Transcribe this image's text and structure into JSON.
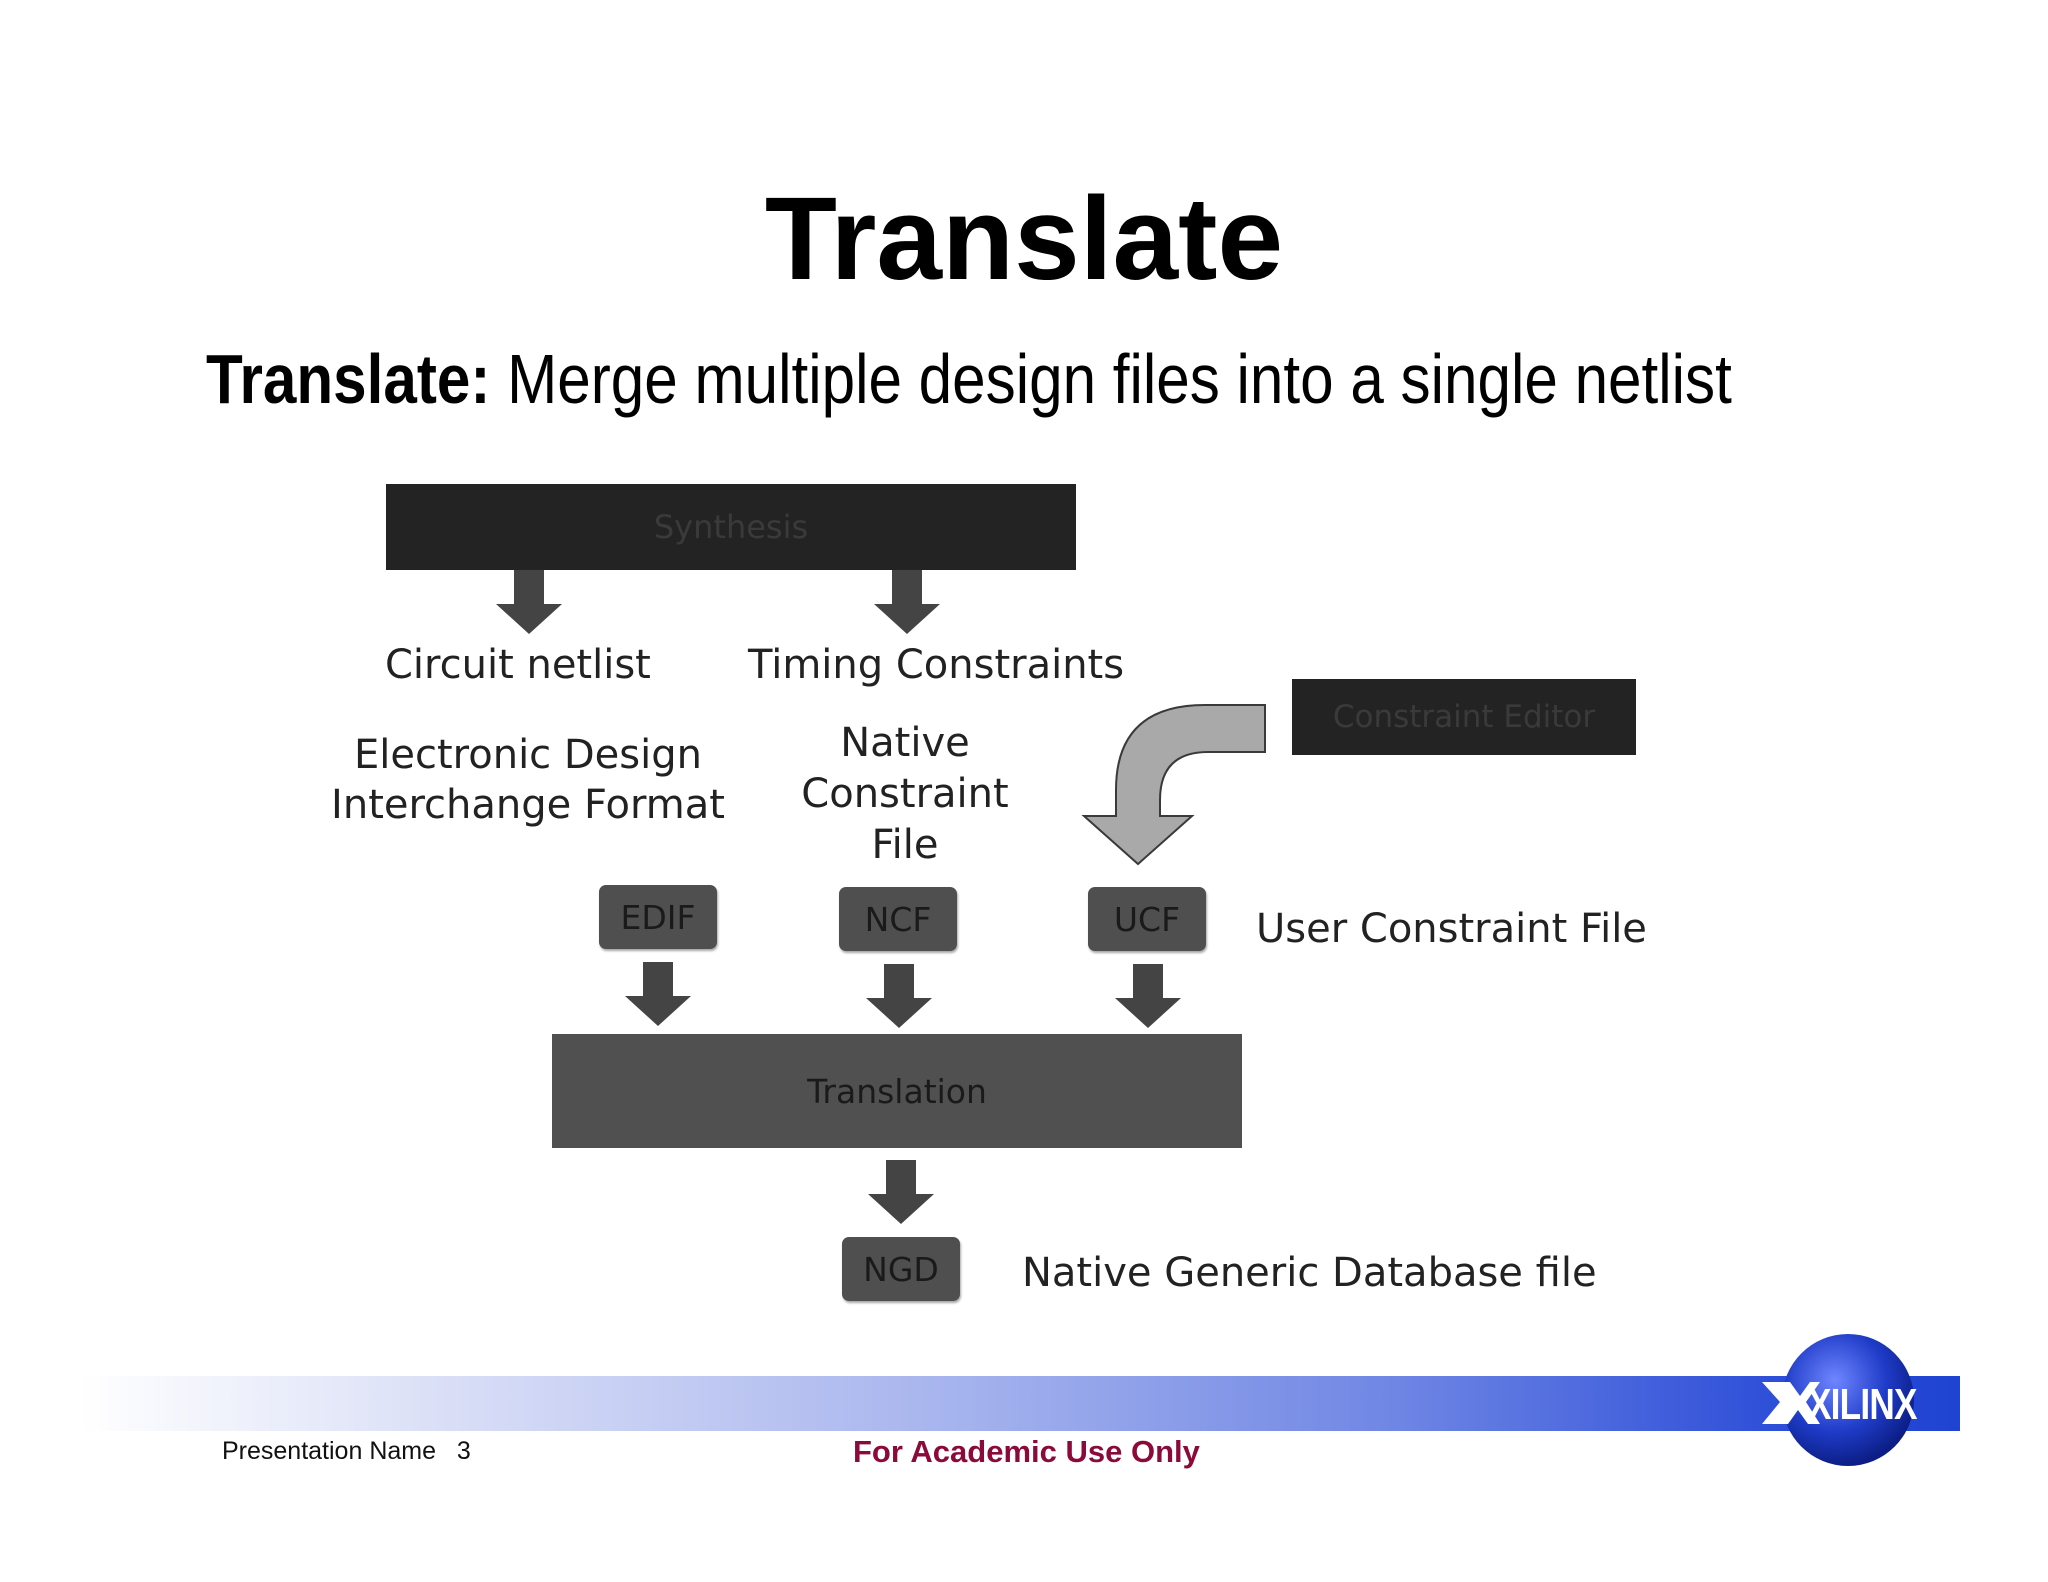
{
  "title": "Translate",
  "subtitle": {
    "lead": "Translate:",
    "text": " Merge multiple design files into a single netlist"
  },
  "diagram": {
    "synthesis": "Synthesis",
    "circuit_netlist": "Circuit netlist",
    "timing_constraints": "Timing Constraints",
    "edif_desc_line1": "Electronic Design",
    "edif_desc_line2": "Interchange Format",
    "ncf_desc_line1": "Native",
    "ncf_desc_line2": "Constraint",
    "ncf_desc_line3": "File",
    "constraint_editor": "Constraint Editor",
    "edif": "EDIF",
    "ncf": "NCF",
    "ucf": "UCF",
    "ucf_desc": "User Constraint File",
    "translation": "Translation",
    "ngd": "NGD",
    "ngd_desc": "Native Generic Database file"
  },
  "footer": {
    "presentation_name": "Presentation Name",
    "page_number": "3",
    "notice": "For Academic Use Only",
    "logo": "XILINX"
  },
  "colors": {
    "dark_box": "#232323",
    "mid_box": "#505050",
    "arrow": "#444444",
    "curved_arrow": "#a8a8a8",
    "notice": "#8b0a3a",
    "band_end": "#1f44d2"
  }
}
